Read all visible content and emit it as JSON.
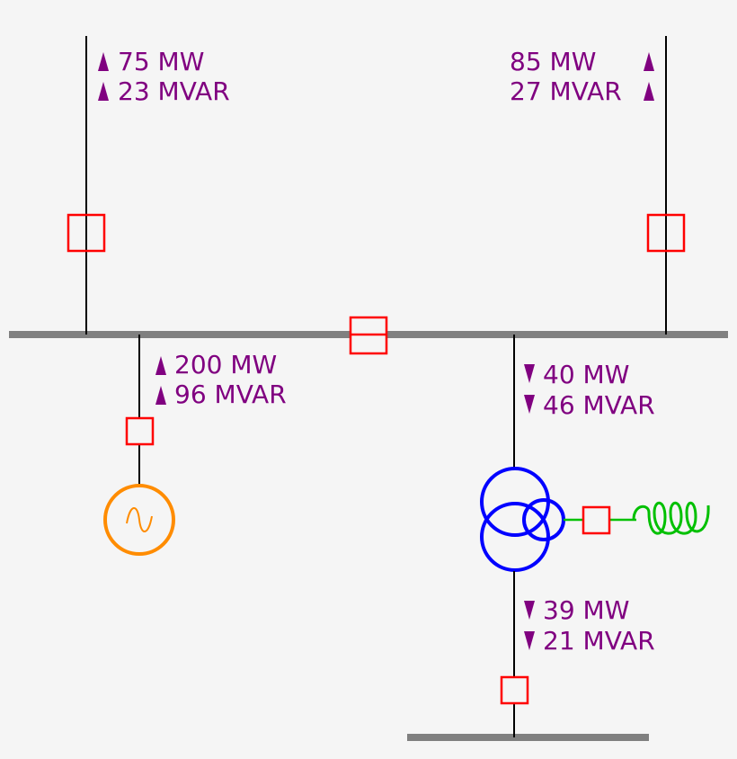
{
  "colors": {
    "background": "#f5f5f5",
    "bus": "#808080",
    "line": "#000000",
    "breaker": "#ff0000",
    "flow_text": "#800080",
    "generator": "#ff8c00",
    "transformer": "#0000ff",
    "reactor": "#00c000"
  },
  "flows": {
    "line_left": {
      "mw": "75 MW",
      "mvar": "23 MVAR",
      "direction": "up"
    },
    "line_right": {
      "mw": "85 MW",
      "mvar": "27 MVAR",
      "direction": "up"
    },
    "generator": {
      "mw": "200 MW",
      "mvar": "96 MVAR",
      "direction": "up"
    },
    "transformer_primary": {
      "mw": "40 MW",
      "mvar": "46 MVAR",
      "direction": "down"
    },
    "transformer_secondary": {
      "mw": "39 MW",
      "mvar": "21 MVAR",
      "direction": "down"
    }
  },
  "icons": {
    "generator": "ac-generator-icon",
    "transformer": "three-winding-transformer-icon",
    "reactor": "shunt-reactor-coil-icon",
    "breaker": "circuit-breaker-icon"
  }
}
